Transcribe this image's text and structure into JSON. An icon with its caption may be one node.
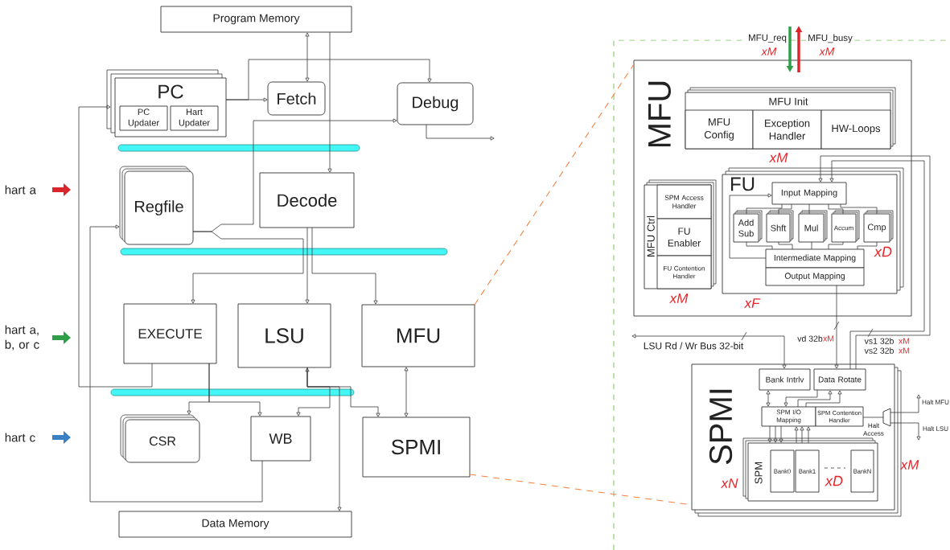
{
  "diagram": {
    "nodes": [
      {
        "text": [
          "Program Memory"
        ]
      },
      {
        "text": [
          "PC"
        ]
      },
      {
        "text": [
          "PC Updater"
        ],
        "in": 1
      },
      {
        "text": [
          "Hart Updater"
        ],
        "in": 1
      },
      {
        "text": [
          "Fetch"
        ]
      },
      {
        "text": [
          "Debug"
        ]
      },
      {
        "text": [
          "Regfile"
        ]
      },
      {
        "text": [
          "Decode"
        ]
      },
      {
        "text": [
          "EXECUTE"
        ]
      },
      {
        "text": [
          "LSU"
        ]
      },
      {
        "text": [
          "MFU"
        ]
      },
      {
        "text": [
          "CSR"
        ]
      },
      {
        "text": [
          "WB"
        ]
      },
      {
        "text": [
          "SPMI"
        ]
      },
      {
        "text": [
          "Data Memory"
        ]
      },
      {
        "text": [
          "MFU"
        ]
      },
      {
        "text": [
          "MFU Init"
        ],
        "in": 15,
        "beside": [
          "xM"
        ]
      },
      {
        "text": [
          "MFU Config"
        ],
        "in": 16
      },
      {
        "text": [
          "Exception Handler"
        ],
        "in": 16
      },
      {
        "text": [
          "HW-Loops"
        ],
        "in": 16
      },
      {
        "text": [
          "MFU Ctrl"
        ],
        "in": 15,
        "beside": [
          "xM"
        ]
      },
      {
        "text": [
          "SPM Access Handler"
        ],
        "in": 20
      },
      {
        "text": [
          "FU Enabler"
        ],
        "in": 20
      },
      {
        "text": [
          "FU Contention Handler"
        ],
        "in": 20
      },
      {
        "text": [
          "FU"
        ],
        "in": 15,
        "beside": [
          "xF"
        ]
      },
      {
        "text": [
          "Input Mapping"
        ],
        "in": 24
      },
      {
        "text": [
          "Add Sub"
        ],
        "in": 24
      },
      {
        "text": [
          "Shft"
        ],
        "in": 24
      },
      {
        "text": [
          "Mul"
        ],
        "in": 24
      },
      {
        "text": [
          "Accum"
        ],
        "in": 24
      },
      {
        "text": [
          "Cmp"
        ],
        "in": 24
      },
      {
        "text": [
          "Intermediate Mapping"
        ],
        "in": 24
      },
      {
        "text": [
          "Output Mapping"
        ],
        "in": 24
      },
      {
        "text": [
          "SPMI"
        ],
        "beside": [
          "xM"
        ]
      },
      {
        "text": [
          "Bank Intrlv"
        ],
        "in": 33
      },
      {
        "text": [
          "Data Rotate"
        ],
        "in": 33
      },
      {
        "text": [
          "SPM I/O Mapping"
        ],
        "in": 33
      },
      {
        "text": [
          "SPM Contention Handler"
        ],
        "in": 33
      },
      {
        "text": [],
        "shape": "trapezoid",
        "in": 33,
        "beside": [
          "Halt Access"
        ]
      },
      {
        "text": [
          "SPM"
        ],
        "in": 33,
        "beside": [
          "xN"
        ]
      },
      {
        "text": [
          "Bank0"
        ],
        "in": 39
      },
      {
        "text": [
          "Bank1"
        ],
        "in": 39
      },
      {
        "text": [
          "BankN"
        ],
        "in": 39
      }
    ],
    "edges": [
      {
        "from": 0,
        "to": 4,
        "arrow": "both"
      },
      {
        "from": 0,
        "to": 7,
        "arrow": "to"
      },
      {
        "from": 1,
        "to": 4,
        "arrow": "to"
      },
      {
        "from": 1,
        "to": 5,
        "arrow": "to"
      },
      {
        "from": 5,
        "to": null,
        "arrow": "to"
      },
      {
        "from": 6,
        "to": 5,
        "arrow": "to"
      },
      {
        "from": 6,
        "to": 8,
        "arrow": "to"
      },
      {
        "from": 7,
        "to": 9,
        "arrow": "to"
      },
      {
        "from": 7,
        "to": 10,
        "arrow": "to"
      },
      {
        "from": 8,
        "to": 1,
        "arrow": "to"
      },
      {
        "from": 8,
        "to": 11,
        "arrow": "to"
      },
      {
        "from": 8,
        "to": 12,
        "arrow": "to"
      },
      {
        "from": 9,
        "to": 14,
        "arrow": "both"
      },
      {
        "from": 9,
        "to": 12,
        "arrow": "to"
      },
      {
        "from": 9,
        "to": 13,
        "arrow": "to"
      },
      {
        "from": 10,
        "to": 13,
        "arrow": "both"
      },
      {
        "from": 12,
        "to": 6,
        "arrow": "to"
      },
      {
        "from": 10,
        "to": 15,
        "arrow": "none",
        "style": "dashed",
        "color": "#f4813f"
      },
      {
        "from": 13,
        "to": 33,
        "arrow": "none",
        "style": "dashed",
        "color": "#f4813f"
      },
      {
        "from": null,
        "to": 15,
        "arrow": "to",
        "label": "MFU_req",
        "style": "thick",
        "color": "#2e9e48"
      },
      {
        "from": 15,
        "to": null,
        "arrow": "to",
        "label": "MFU_busy",
        "style": "thick",
        "color": "#d9262c"
      },
      {
        "from": 25,
        "to": 26,
        "arrow": "none"
      },
      {
        "from": 25,
        "to": 27,
        "arrow": "none"
      },
      {
        "from": 25,
        "to": 28,
        "arrow": "none"
      },
      {
        "from": 25,
        "to": 29,
        "arrow": "none"
      },
      {
        "from": 25,
        "to": 30,
        "arrow": "none"
      },
      {
        "from": 26,
        "to": 31,
        "arrow": "none"
      },
      {
        "from": 27,
        "to": 31,
        "arrow": "none"
      },
      {
        "from": 28,
        "to": 31,
        "arrow": "none"
      },
      {
        "from": 29,
        "to": 31,
        "arrow": "none"
      },
      {
        "from": 30,
        "to": 31,
        "arrow": "none"
      },
      {
        "from": 31,
        "to": 25,
        "arrow": "to"
      },
      {
        "from": 32,
        "to": 35,
        "arrow": "to",
        "label": "vd 32b"
      },
      {
        "from": 35,
        "to": 25,
        "arrow": "to",
        "label": "vs1 32b"
      },
      {
        "from": 35,
        "to": 25,
        "arrow": "to",
        "label": "vs2 32b"
      },
      {
        "from": 34,
        "to": null,
        "arrow": "both",
        "label": "LSU Rd / Wr Bus 32-bit"
      },
      {
        "from": 34,
        "to": 36,
        "arrow": "both"
      },
      {
        "from": 35,
        "to": 36,
        "arrow": "to"
      },
      {
        "from": 36,
        "to": 35,
        "arrow": "to"
      },
      {
        "from": 36,
        "to": 35,
        "arrow": "to"
      },
      {
        "from": 36,
        "to": 39,
        "arrow": "to"
      },
      {
        "from": 36,
        "to": 39,
        "arrow": "to"
      },
      {
        "from": 36,
        "to": 39,
        "arrow": "to"
      },
      {
        "from": 39,
        "to": 36,
        "arrow": "to"
      },
      {
        "from": 39,
        "to": 36,
        "arrow": "to"
      },
      {
        "from": 39,
        "to": 36,
        "arrow": "to"
      },
      {
        "from": 37,
        "to": 38,
        "arrow": "none"
      },
      {
        "from": 38,
        "to": null,
        "arrow": "to",
        "label": "Halt MFU"
      },
      {
        "from": 38,
        "to": null,
        "arrow": "to",
        "label": "Halt LSU"
      }
    ],
    "labels": [
      "xM",
      "xM",
      "xD",
      "xM",
      "xM",
      "xM",
      "xD"
    ],
    "legend": [
      {
        "text": "hart a",
        "color": "#d9262c"
      },
      {
        "text": "hart a, b, or c",
        "color": "#2e9e48"
      },
      {
        "text": "hart c",
        "color": "#3b7fc4"
      }
    ]
  }
}
